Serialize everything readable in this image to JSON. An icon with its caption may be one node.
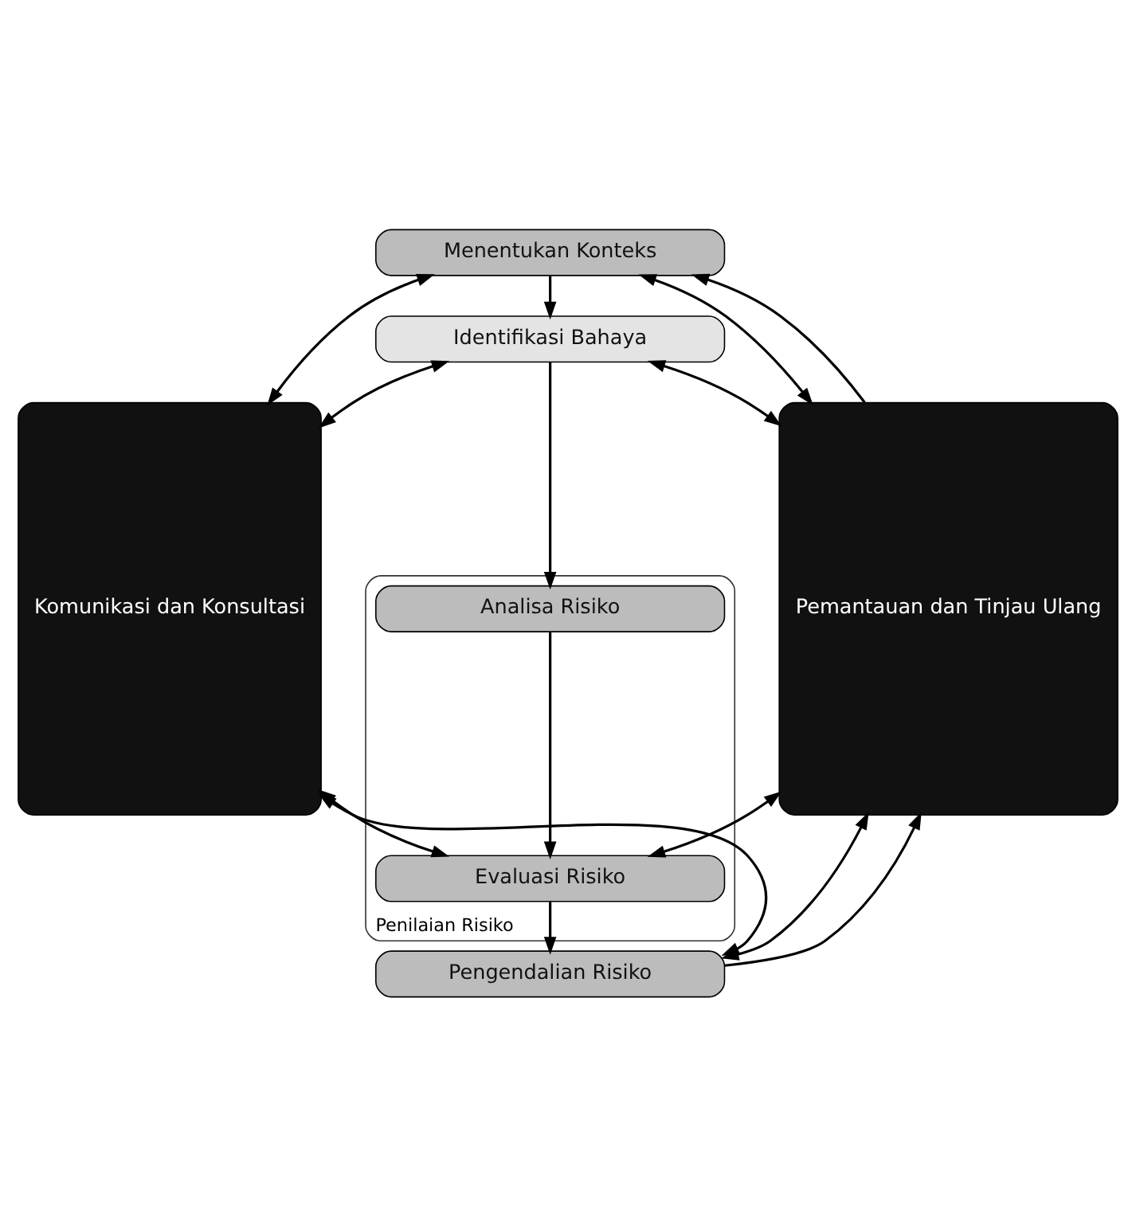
{
  "diagram": {
    "nodes": [
      {
        "text": [
          "Komunikasi dan Konsultasi"
        ]
      },
      {
        "text": [
          "Menentukan Konteks"
        ]
      },
      {
        "text": [
          "Identifikasi Bahaya"
        ]
      },
      {
        "text": [
          "Penilaian Risiko"
        ]
      },
      {
        "text": [
          "Analisa Risiko"
        ],
        "in": 3
      },
      {
        "text": [
          "Evaluasi Risiko"
        ],
        "in": 3
      },
      {
        "text": [
          "Pengendalian Risiko"
        ]
      },
      {
        "text": [
          "Pemantauan dan Tinjau Ulang"
        ]
      }
    ],
    "edges": [
      {
        "from": 7,
        "to": 1,
        "arrow": "to"
      },
      {
        "from": 0,
        "to": 1,
        "arrow": "both"
      },
      {
        "from": 1,
        "to": 7,
        "arrow": "both"
      },
      {
        "from": 1,
        "to": 2,
        "arrow": "to"
      },
      {
        "from": 0,
        "to": 2,
        "arrow": "both"
      },
      {
        "from": 2,
        "to": 7,
        "arrow": "both"
      },
      {
        "from": 2,
        "to": 4,
        "arrow": "to"
      },
      {
        "from": 4,
        "to": 5,
        "arrow": "to"
      },
      {
        "from": 0,
        "to": 5,
        "arrow": "both"
      },
      {
        "from": 5,
        "to": 7,
        "arrow": "both"
      },
      {
        "from": 5,
        "to": 6,
        "arrow": "to"
      },
      {
        "from": 0,
        "to": 6,
        "arrow": "both"
      },
      {
        "from": 6,
        "to": 7,
        "arrow": "both"
      },
      {
        "from": 6,
        "to": 7,
        "arrow": "to"
      }
    ]
  }
}
